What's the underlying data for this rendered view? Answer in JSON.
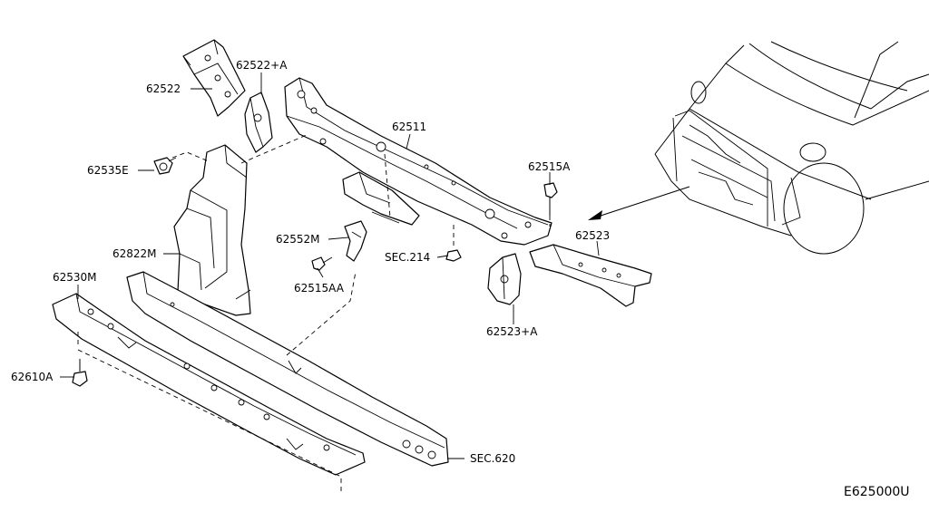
{
  "diagram": {
    "callouts": {
      "p62522": "62522",
      "p62522A": "62522+A",
      "p62535E": "62535E",
      "p62822M": "62822M",
      "p62530M": "62530M",
      "p62610A": "62610A",
      "p62511": "62511",
      "p62552M": "62552M",
      "p62515AA": "62515AA",
      "sec214": "SEC.214",
      "p62515A": "62515A",
      "p62523": "62523",
      "p62523A": "62523+A",
      "sec620": "SEC.620"
    },
    "figure_code": "E625000U"
  }
}
